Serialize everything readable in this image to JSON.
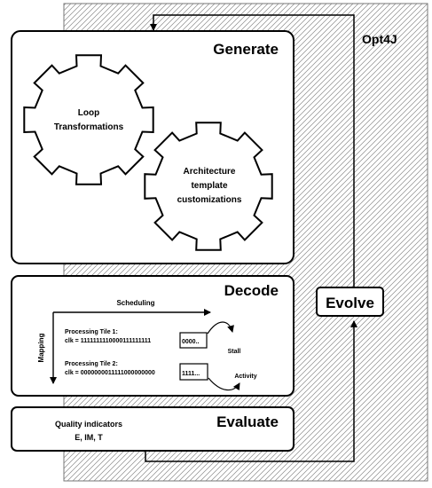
{
  "framework_label": "Opt4J",
  "generate": {
    "title": "Generate",
    "gear_loop": [
      "Loop",
      "Transformations"
    ],
    "gear_arch": [
      "Architecture",
      "template",
      "customizations"
    ]
  },
  "decode": {
    "title": "Decode",
    "x_axis_label": "Scheduling",
    "y_axis_label": "Mapping",
    "tile1": {
      "name": "Processing Tile 1:",
      "clk": "clk = 1111111110000111111111",
      "pattern": "0000..",
      "state": "Stall"
    },
    "tile2": {
      "name": "Processing Tile 2:",
      "clk": "clk = 0000000011111000000000",
      "pattern": "1111...",
      "state": "Activity"
    }
  },
  "evaluate": {
    "title": "Evaluate",
    "indicators_title": "Quality indicators",
    "indicators": "E, IM, T"
  },
  "evolve": {
    "label": "Evolve"
  }
}
